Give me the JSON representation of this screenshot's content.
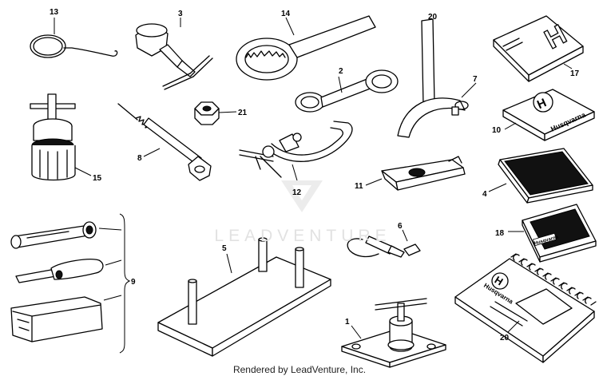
{
  "watermark": {
    "text": "LEADVENTURE"
  },
  "footer": {
    "rendered_by": "Rendered by LeadVenture, Inc."
  },
  "book_branding": {
    "brand": "Husqvarna",
    "logo_letter": "H"
  },
  "callouts": {
    "c1": "1",
    "c2": "2",
    "c3": "3",
    "c4": "4",
    "c5": "5",
    "c6": "6",
    "c7": "7",
    "c8": "8",
    "c9": "9",
    "c10": "10",
    "c11": "11",
    "c12": "12",
    "c13": "13",
    "c14": "14",
    "c15": "15",
    "c17": "17",
    "c18": "18",
    "c20": "20",
    "c21": "21"
  },
  "colors": {
    "ink": "#000000",
    "watermark": "#e2e2e2",
    "background": "#ffffff"
  }
}
